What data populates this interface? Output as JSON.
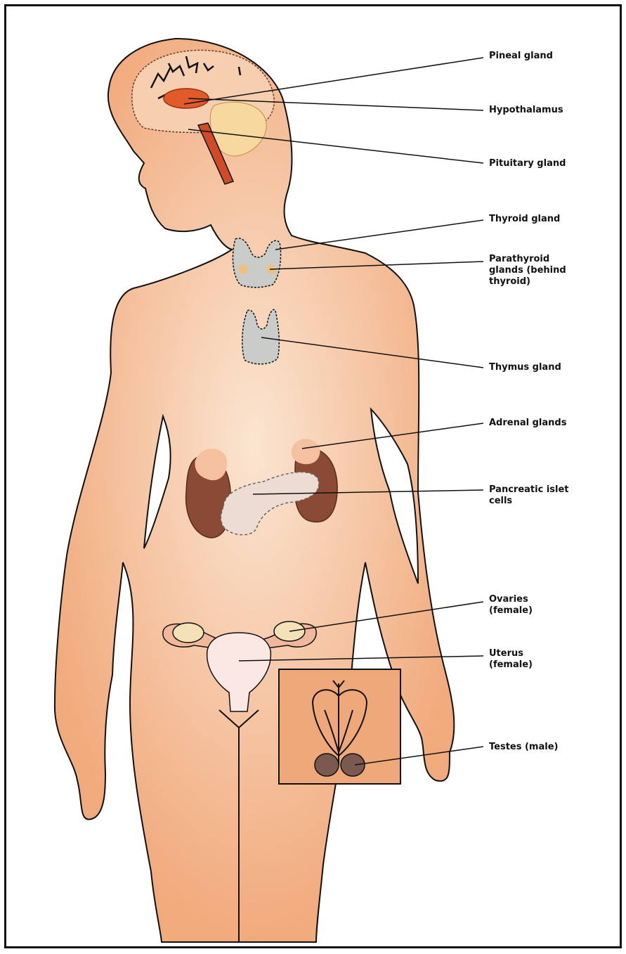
{
  "labels": {
    "pineal": "Pineal gland",
    "hypothalamus": "Hypothalamus",
    "pituitary": "Pituitary gland",
    "thyroid": "Thyroid gland",
    "parathyroid": "Parathyroid\nglands (behind\nthyroid)",
    "thymus": "Thymus gland",
    "adrenal": "Adrenal glands",
    "pancreatic": "Pancreatic islet\ncells",
    "ovaries": "Ovaries\n(female)",
    "uterus": "Uterus\n(female)",
    "testes": "Testes (male)"
  },
  "colors": {
    "skin": "#f0a878",
    "skin_light": "#fbe2cc",
    "brain": "#f6cfb0",
    "hypothalamus": "#e05a2a",
    "pituitary": "#f7d9a0",
    "gland_gray": "#c9ccc9",
    "kidney": "#8a4a35",
    "adrenal": "#f4c0a0",
    "pancreas": "#ecdcd2",
    "ovary": "#f3e2b8",
    "uterus": "#fbe8e4",
    "inset_bg": "#eea87a",
    "line": "#111111"
  }
}
